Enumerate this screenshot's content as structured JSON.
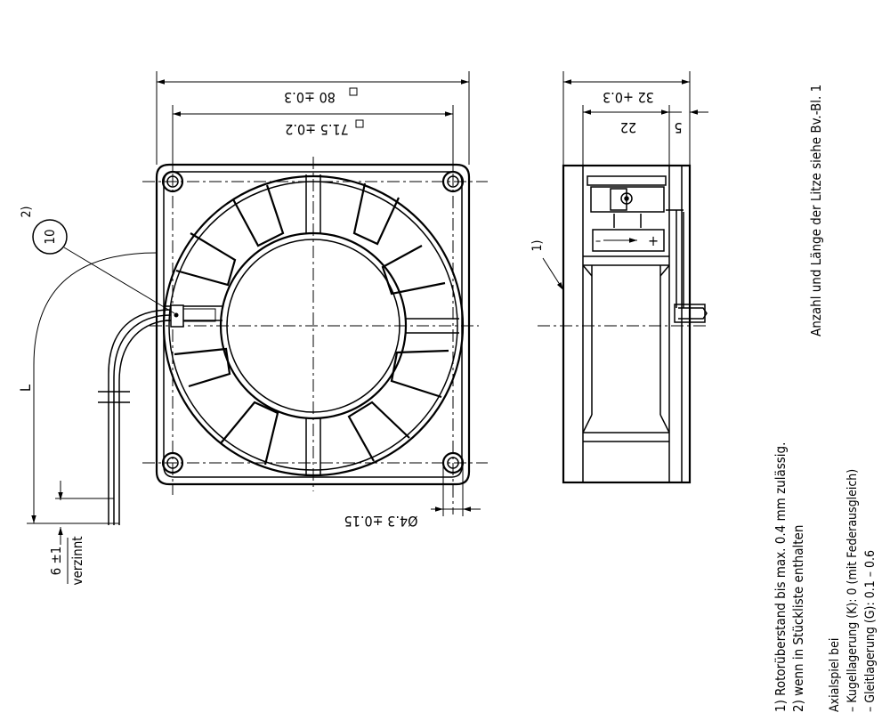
{
  "dimensions": {
    "outer_width": "80 ±0.3",
    "hole_spacing": "71.5 ±0.2",
    "hole_diameter": "Ø4.3 ±0.15",
    "depth": "32 +0.3",
    "depth_inner": "22",
    "depth_offset": "5"
  },
  "labels": {
    "length": "L",
    "balloon_number": "10",
    "balloon_note_ref": "2)",
    "overhang_ref": "1)",
    "strip_length": "6 ±1",
    "tinned": "verzinnt",
    "polarity_minus": "–",
    "polarity_plus": "+"
  },
  "notes": {
    "lead_count_note": "Anzahl und Länge der Litze siehe Bv.-Bl. 1",
    "note1": "1) Rotorüberstand bis max. 0.4 mm zulässig.",
    "note2": "2) wenn in Stückliste enthalten",
    "axial_title": "Axialspiel bei",
    "axial_ball": "– Kugellagerung (K): 0 (mit Federausgleich)",
    "axial_sleeve": "– Gleitlagerung (G): 0.1 – 0.6"
  }
}
